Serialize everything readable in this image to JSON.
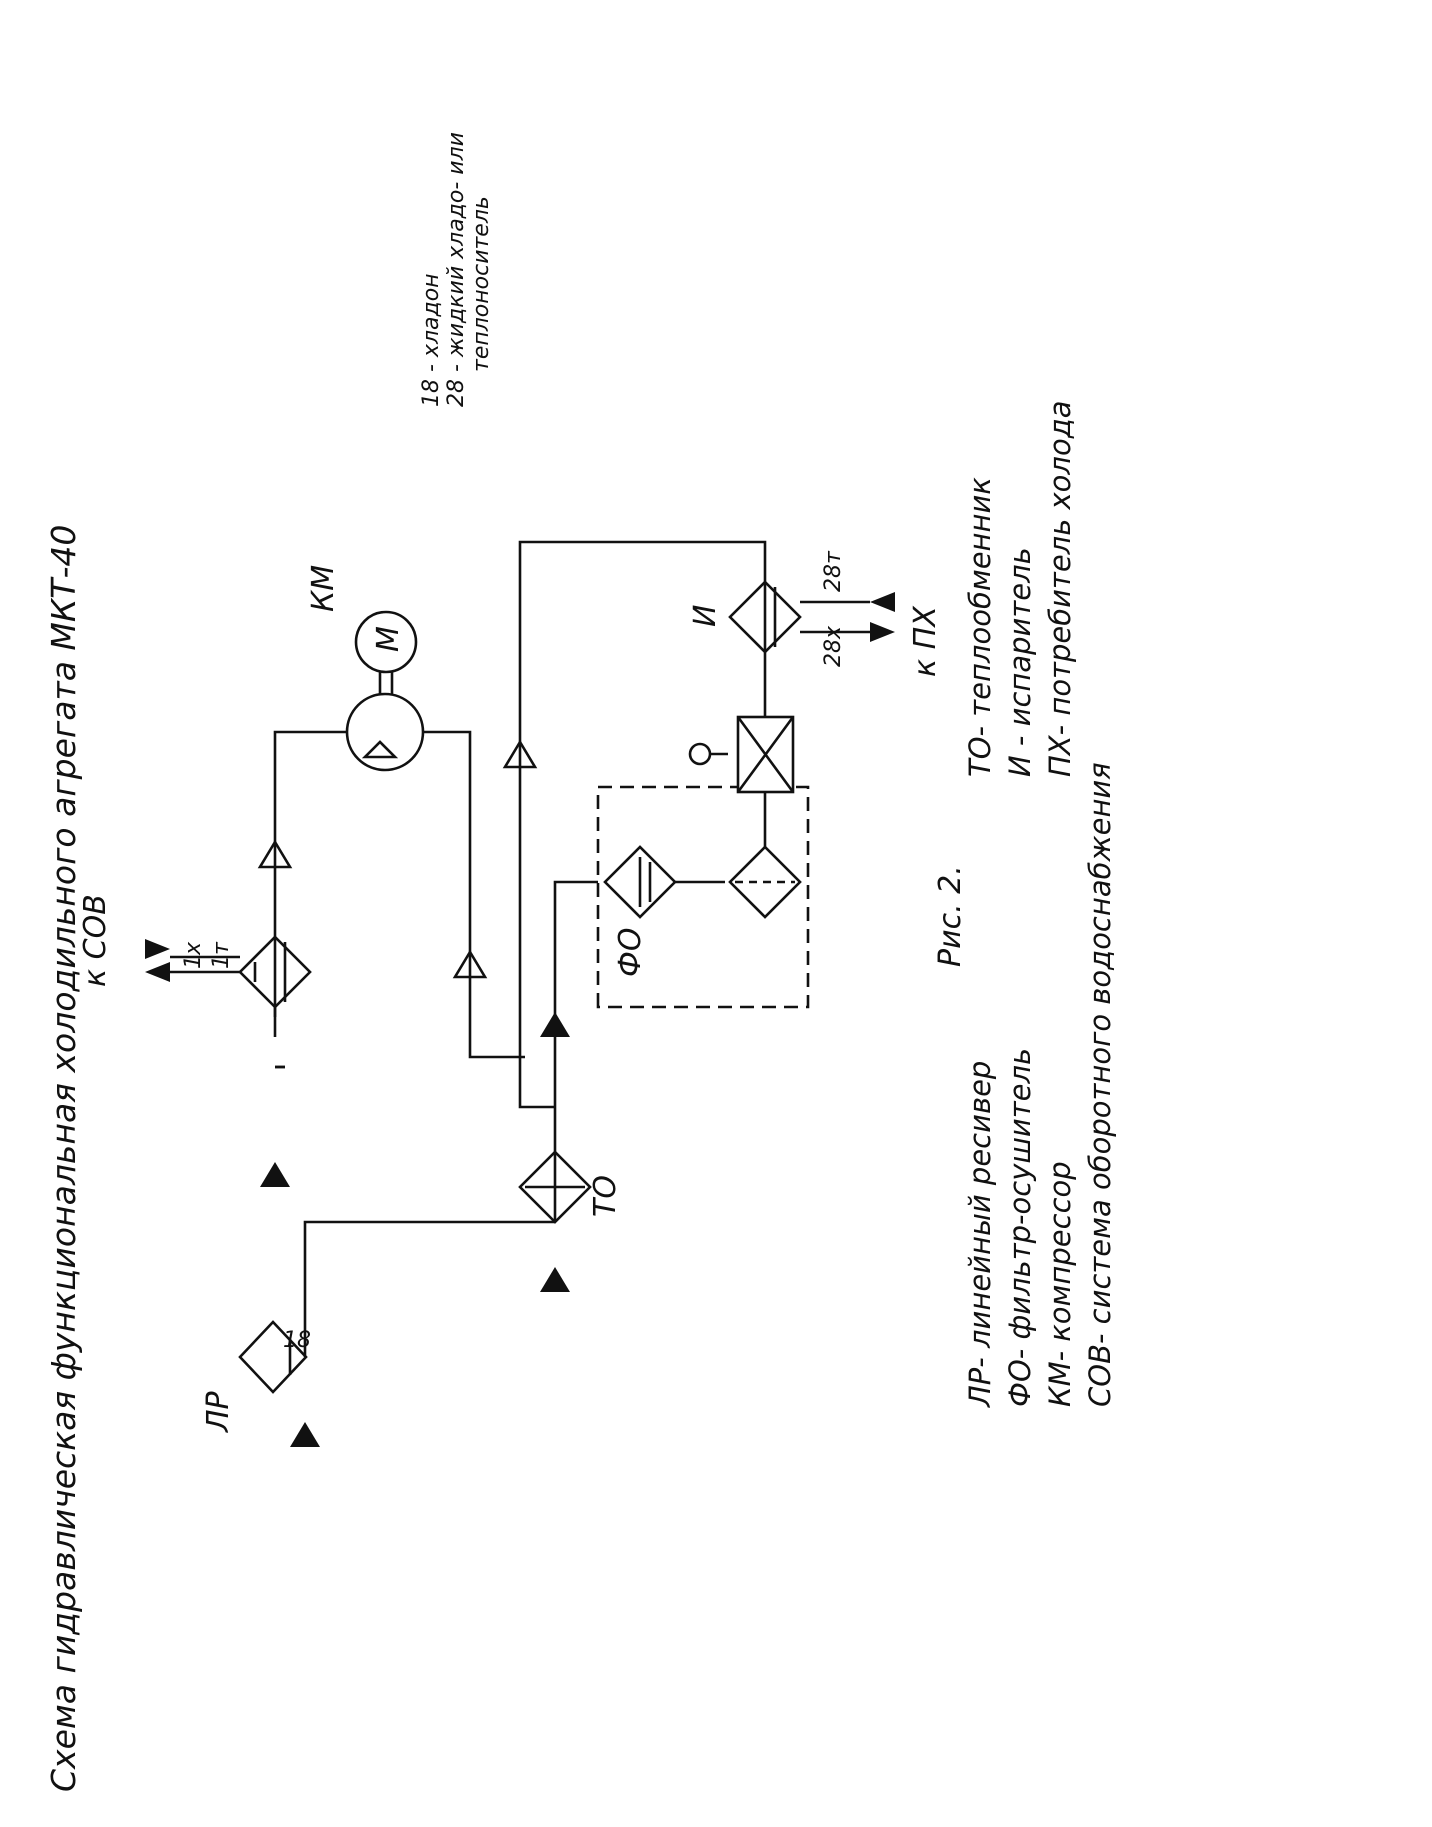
{
  "title": "Схема гидравлическая функциональная холодильного агрегата МКТ-40",
  "figure_caption": "Рис. 2.",
  "stream_notes": [
    "18 - хладон",
    "28 - жидкий хладо- или",
    "теплоноситель"
  ],
  "components": {
    "receiver": "ЛР",
    "compressor": "КМ",
    "motor": "М",
    "heat_exchanger": "ТО",
    "evaporator": "И",
    "filter_dryer": "ФО"
  },
  "line_labels": {
    "refrigerant": "18",
    "water_in": "1х",
    "water_out": "1т",
    "coolant_in": "28х",
    "coolant_out": "28т"
  },
  "connections": {
    "to_water_system": "к СОВ",
    "to_consumer": "к ПХ"
  },
  "legend": [
    "ЛР- линейный ресивер",
    "ФО- фильтр-осушитель",
    "КМ- компрессор",
    "СОВ- система оборотного водоснабжения",
    "ТО- теплообменник",
    "И - испаритель",
    "ПХ- потребитель холода"
  ],
  "colors": {
    "ink": "#111111",
    "paper": "#ffffff"
  }
}
